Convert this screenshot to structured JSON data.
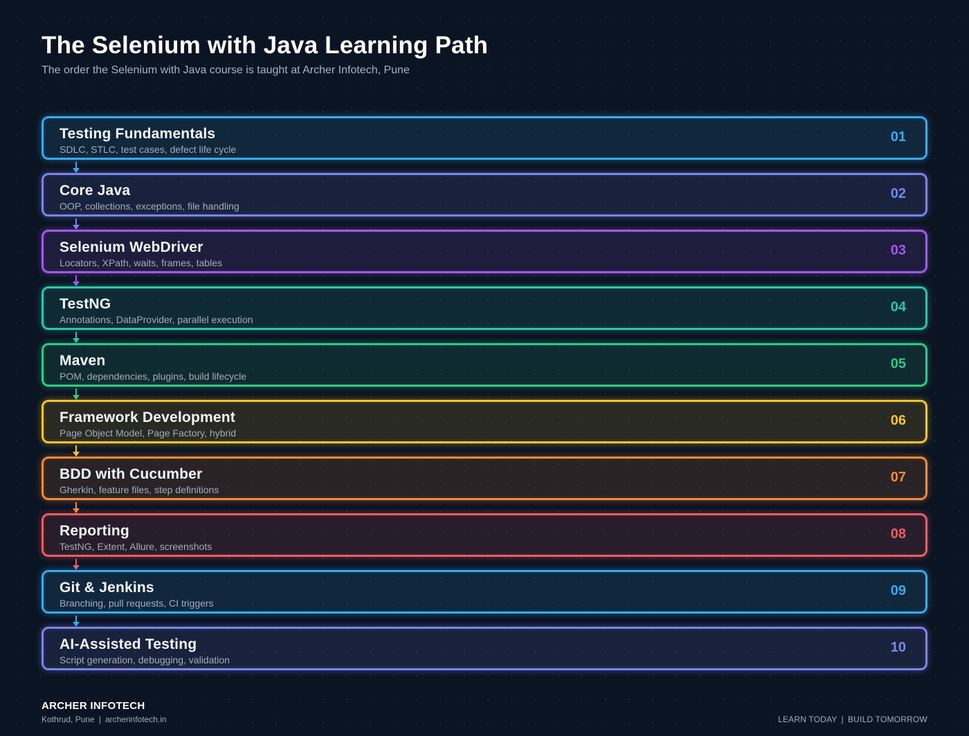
{
  "header": {
    "title": "The Selenium with Java Learning Path",
    "subtitle": "The order the Selenium with Java course is taught at Archer Infotech, Pune"
  },
  "steps": [
    {
      "number": "01",
      "title": "Testing Fundamentals",
      "description": "SDLC, STLC, test cases, defect life cycle",
      "color": "#38aaf0"
    },
    {
      "number": "02",
      "title": "Core Java",
      "description": "OOP, collections, exceptions, file handling",
      "color": "#7b85f0"
    },
    {
      "number": "03",
      "title": "Selenium WebDriver",
      "description": "Locators, XPath, waits, frames, tables",
      "color": "#a259f0"
    },
    {
      "number": "04",
      "title": "TestNG",
      "description": "Annotations, DataProvider, parallel execution",
      "color": "#2cc5b0"
    },
    {
      "number": "05",
      "title": "Maven",
      "description": "POM, dependencies, plugins, build lifecycle",
      "color": "#2fc98a"
    },
    {
      "number": "06",
      "title": "Framework Development",
      "description": "Page Object Model, Page Factory, hybrid",
      "color": "#f5c52c"
    },
    {
      "number": "07",
      "title": "BDD with Cucumber",
      "description": "Gherkin, feature files, step definitions",
      "color": "#f58a3c"
    },
    {
      "number": "08",
      "title": "Reporting",
      "description": "TestNG, Extent, Allure, screenshots",
      "color": "#ee5c64"
    },
    {
      "number": "09",
      "title": "Git & Jenkins",
      "description": "Branching, pull requests, CI triggers",
      "color": "#38aaf0"
    },
    {
      "number": "10",
      "title": "AI-Assisted Testing",
      "description": "Script generation, debugging, validation",
      "color": "#7b85f0"
    }
  ],
  "footer": {
    "brand": "ARCHER INFOTECH",
    "location": "Kothrud, Pune",
    "separator": "|",
    "website": "archerinfotech.in",
    "tagline_left": "LEARN TODAY",
    "tagline_right": "BUILD TOMORROW"
  }
}
